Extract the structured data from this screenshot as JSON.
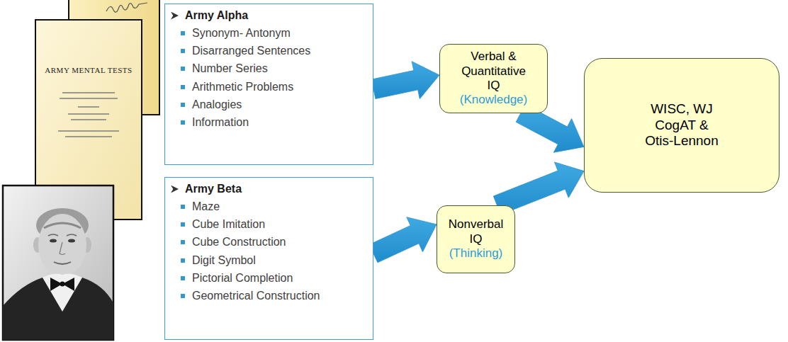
{
  "diagram": {
    "nodes": [
      {
        "text": [
          "Army Alpha",
          "Synonym- Antonym",
          "Disarranged Sentences",
          "Number Series",
          "Arithmetic Problems",
          "Analogies",
          "Information"
        ]
      },
      {
        "text": [
          "Verbal & Quantitative IQ",
          "(Knowledge)"
        ]
      },
      {
        "text": [
          "Army Beta",
          "Maze",
          "Cube Imitation",
          "Cube Construction",
          "Digit Symbol",
          "Pictorial Completion",
          "Geometrical Construction"
        ]
      },
      {
        "text": [
          "Nonverbal IQ",
          "(Thinking)"
        ]
      },
      {
        "text": [
          "WISC, WJ CogAT & Otis-Lennon"
        ]
      }
    ],
    "edges": [
      {
        "from": 0,
        "to": 1,
        "arrow": "to"
      },
      {
        "from": 1,
        "to": 4,
        "arrow": "to"
      },
      {
        "from": 2,
        "to": 3,
        "arrow": "to"
      },
      {
        "from": 3,
        "to": 4,
        "arrow": "to"
      }
    ],
    "labels": [
      "ARMY MENTAL TESTS"
    ]
  }
}
